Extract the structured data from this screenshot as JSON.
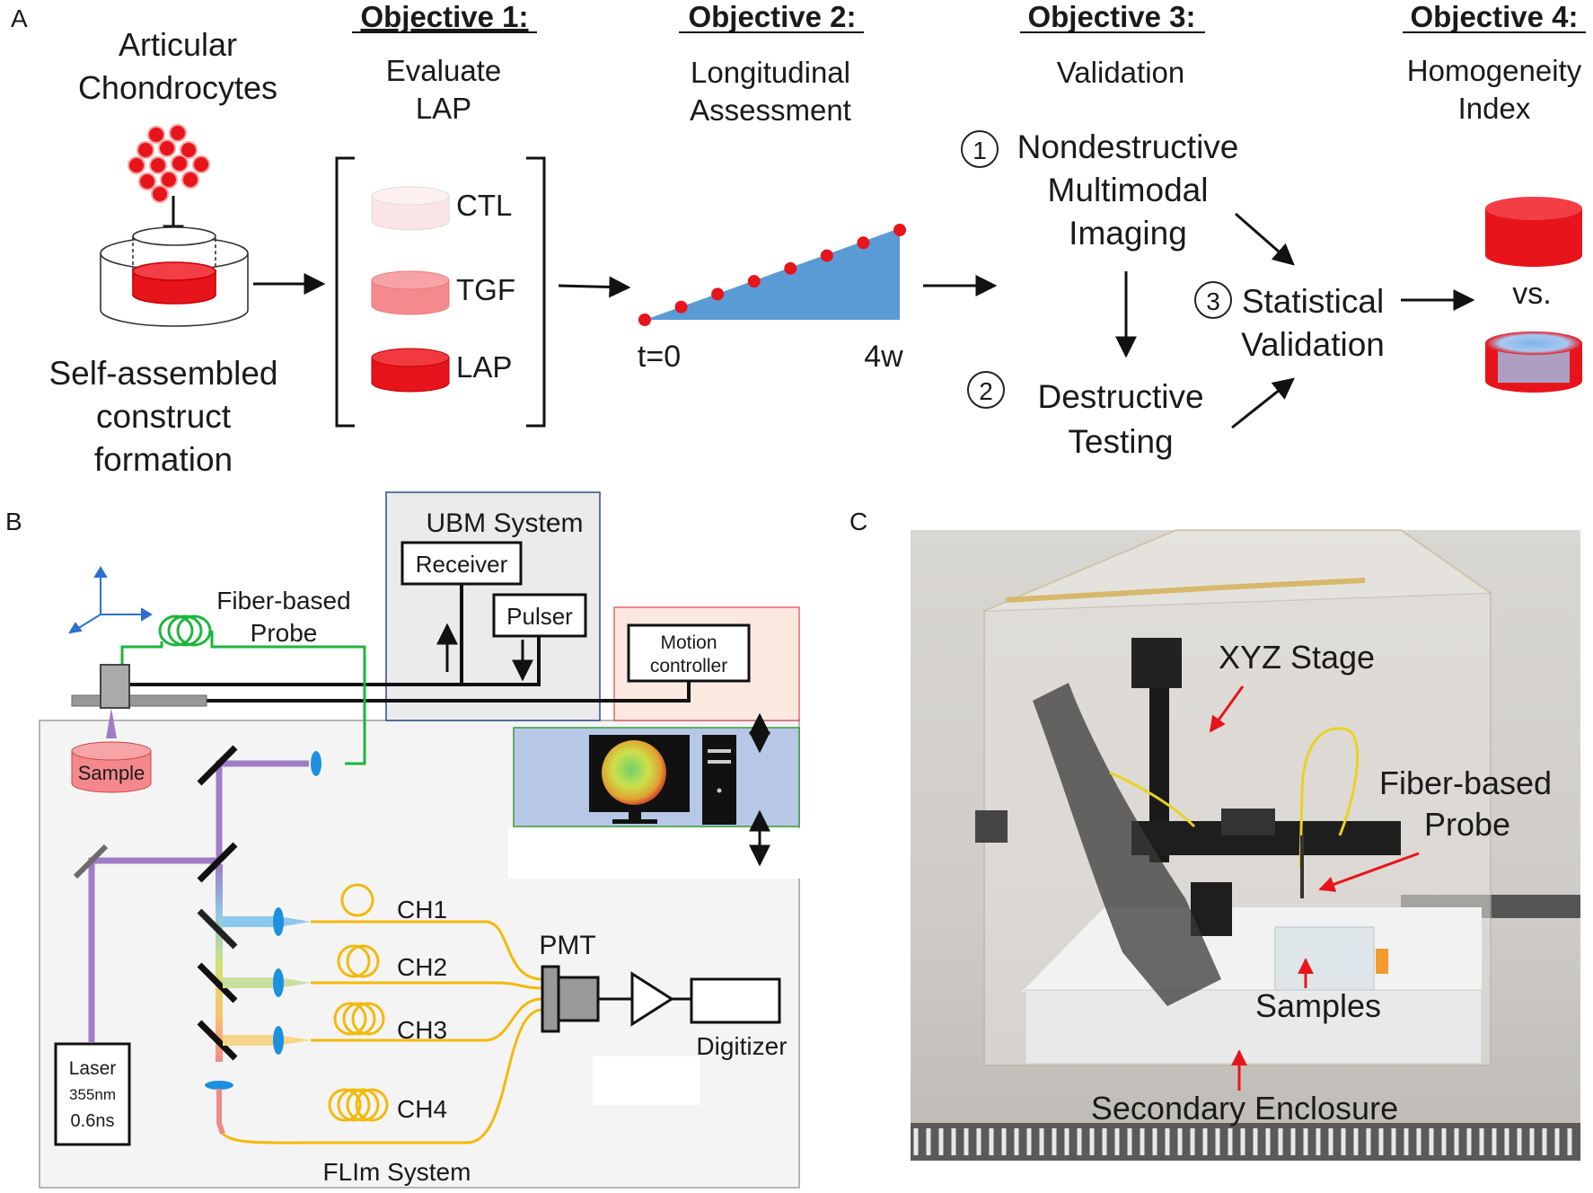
{
  "panelA": {
    "label": "A",
    "cells_title": [
      "Articular",
      "Chondrocytes"
    ],
    "construct_caption": [
      "Self-assembled",
      "construct",
      "formation"
    ],
    "obj1": {
      "heading": "Objective 1:",
      "sub": [
        "Evaluate",
        "LAP"
      ],
      "groups": [
        "CTL",
        "TGF",
        "LAP"
      ]
    },
    "obj2": {
      "heading": "Objective 2:",
      "sub": [
        "Longitudinal",
        "Assessment"
      ],
      "t_start": "t=0",
      "t_end": "4w",
      "n_timepoints": 8
    },
    "obj3": {
      "heading": "Objective 3:",
      "sub": "Validation",
      "step1_num": "1",
      "step1": [
        "Nondestructive",
        "Multimodal",
        "Imaging"
      ],
      "step2_num": "2",
      "step2": [
        "Destructive",
        "Testing"
      ],
      "step3_num": "3",
      "step3": [
        "Statistical",
        "Validation"
      ]
    },
    "obj4": {
      "heading": "Objective 4:",
      "sub": [
        "Homogeneity",
        "Index"
      ],
      "vs": "vs."
    }
  },
  "panelB": {
    "label": "B",
    "ubm_title": "UBM System",
    "receiver": "Receiver",
    "pulser": "Pulser",
    "motion_controller": [
      "Motion",
      "controller"
    ],
    "probe": [
      "Fiber-based",
      "Probe"
    ],
    "sample": "Sample",
    "channels": [
      "CH1",
      "CH2",
      "CH3",
      "CH4"
    ],
    "pmt": "PMT",
    "digitizer": "Digitizer",
    "laser": [
      "Laser",
      "355nm",
      "0.6ns"
    ],
    "flim_title": "FLIm System"
  },
  "panelC": {
    "label": "C",
    "xyz_stage": "XYZ Stage",
    "probe": [
      "Fiber-based",
      "Probe"
    ],
    "samples": "Samples",
    "enclosure": "Secondary Enclosure"
  },
  "colors": {
    "red": "#e8141b",
    "blue_fill": "#5b9bd5",
    "fiber_green": "#1db53c",
    "fiber_yellow": "#f3b90b",
    "purple_beam": "#a07cc5",
    "lens_blue": "#1e90e0",
    "ubm_bg": "#ebebeb",
    "motion_bg": "#fbe8df",
    "computer_bg": "#b7c8e6",
    "flim_bg": "#f4f4f4"
  }
}
